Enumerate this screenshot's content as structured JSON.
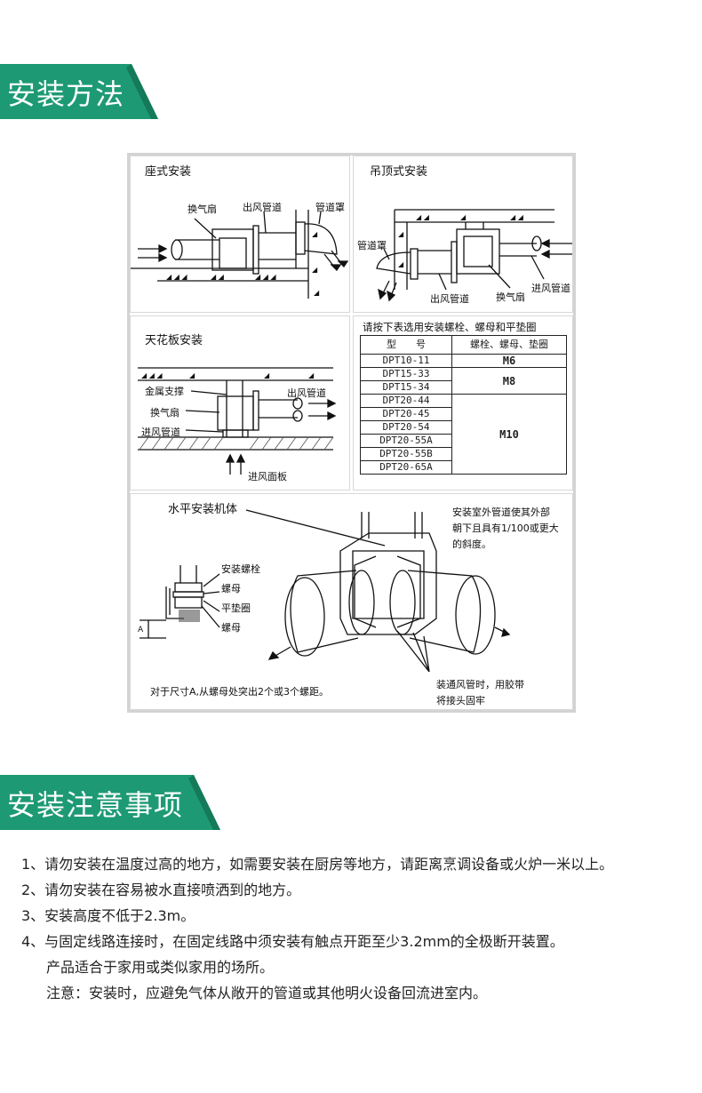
{
  "section1": {
    "title": "安装方法"
  },
  "section2": {
    "title": "安装注意事项"
  },
  "colors": {
    "accent": "#1d9a73",
    "accent_dark": "#147a59"
  },
  "diagrams": {
    "seat": {
      "title": "座式安装",
      "labels": [
        "换气扇",
        "出风管道",
        "管道罩"
      ]
    },
    "ceiling_hang": {
      "title": "吊顶式安装",
      "labels": [
        "管道罩",
        "出风管道",
        "换气扇",
        "进风管道"
      ]
    },
    "ceiling_board": {
      "title": "天花板安装",
      "labels": [
        "金属支撑",
        "出风管道",
        "换气扇",
        "进风管道",
        "进风面板"
      ]
    },
    "horizontal": {
      "title": "水平安装机体",
      "note_top": [
        "安装室外管道使其外部",
        "朝下且具有1/100或更大",
        "的斜度。"
      ],
      "labels": [
        "安装螺栓",
        "螺母",
        "平垫圈",
        "螺母"
      ],
      "dim_label": "A",
      "note_bottom": "对于尺寸A,从螺母处突出2个或3个螺距。",
      "note_tape": [
        "装通风管时，用胶带",
        "将接头固牢"
      ]
    }
  },
  "spec_table": {
    "caption": "请按下表选用安装螺栓、螺母和平垫圈",
    "headers": [
      "型　　号",
      "螺栓、螺母、垫圈"
    ],
    "models": [
      "DPT10-11",
      "DPT15-33",
      "DPT15-34",
      "DPT20-44",
      "DPT20-45",
      "DPT20-54",
      "DPT20-55A",
      "DPT20-55B",
      "DPT20-65A"
    ],
    "sizes": [
      "M6",
      "M8",
      "M10"
    ]
  },
  "notes": [
    "1、请勿安装在温度过高的地方，如需要安装在厨房等地方，请距离烹调设备或火炉一米以上。",
    "2、请勿安装在容易被水直接喷洒到的地方。",
    "3、安装高度不低于2.3m。",
    "4、与固定线路连接时，在固定线路中须安装有触点开距至少3.2mm的全极断开装置。",
    "产品适合于家用或类似家用的场所。",
    "注意：安装时，应避免气体从敞开的管道或其他明火设备回流进室内。"
  ]
}
